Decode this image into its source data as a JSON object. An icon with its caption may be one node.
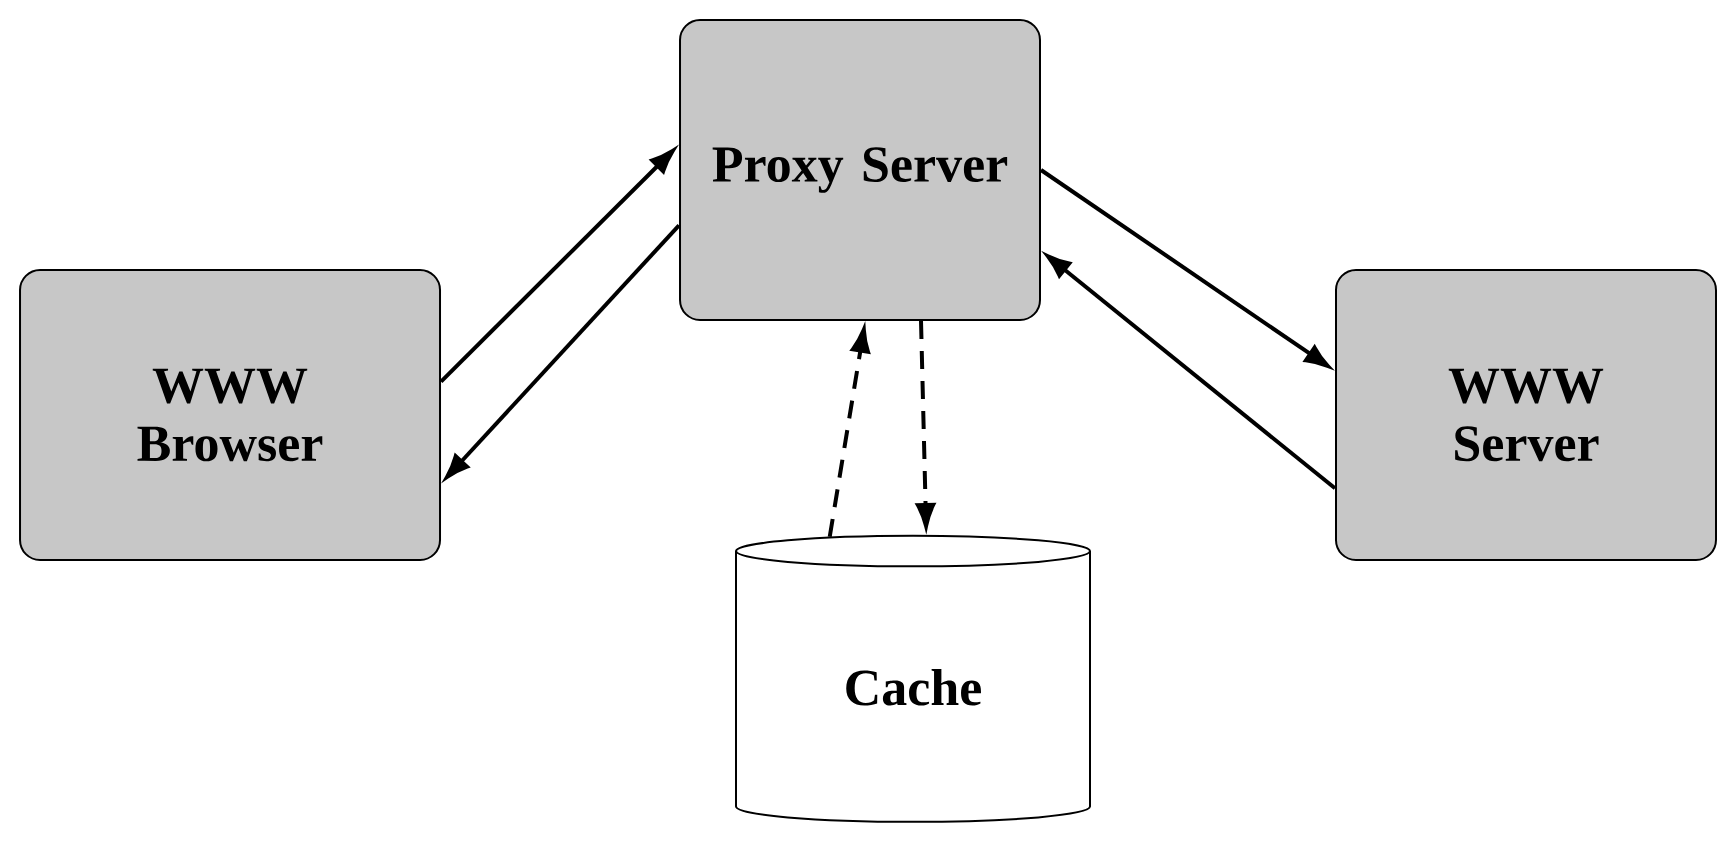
{
  "diagram": {
    "nodes": [
      {
        "text": [
          "Proxy Server"
        ]
      },
      {
        "text": [
          "WWW Browser"
        ]
      },
      {
        "text": [
          "WWW Server"
        ]
      },
      {
        "text": [
          "Cache"
        ]
      }
    ],
    "edges": [
      {
        "from": 1,
        "to": 0,
        "arrow": "to"
      },
      {
        "from": 0,
        "to": 1,
        "arrow": "to"
      },
      {
        "from": 0,
        "to": 2,
        "arrow": "to"
      },
      {
        "from": 2,
        "to": 0,
        "arrow": "to"
      },
      {
        "from": 3,
        "to": 0,
        "arrow": "to",
        "style": "dashed"
      },
      {
        "from": 0,
        "to": 3,
        "arrow": "to",
        "style": "dashed"
      }
    ]
  }
}
